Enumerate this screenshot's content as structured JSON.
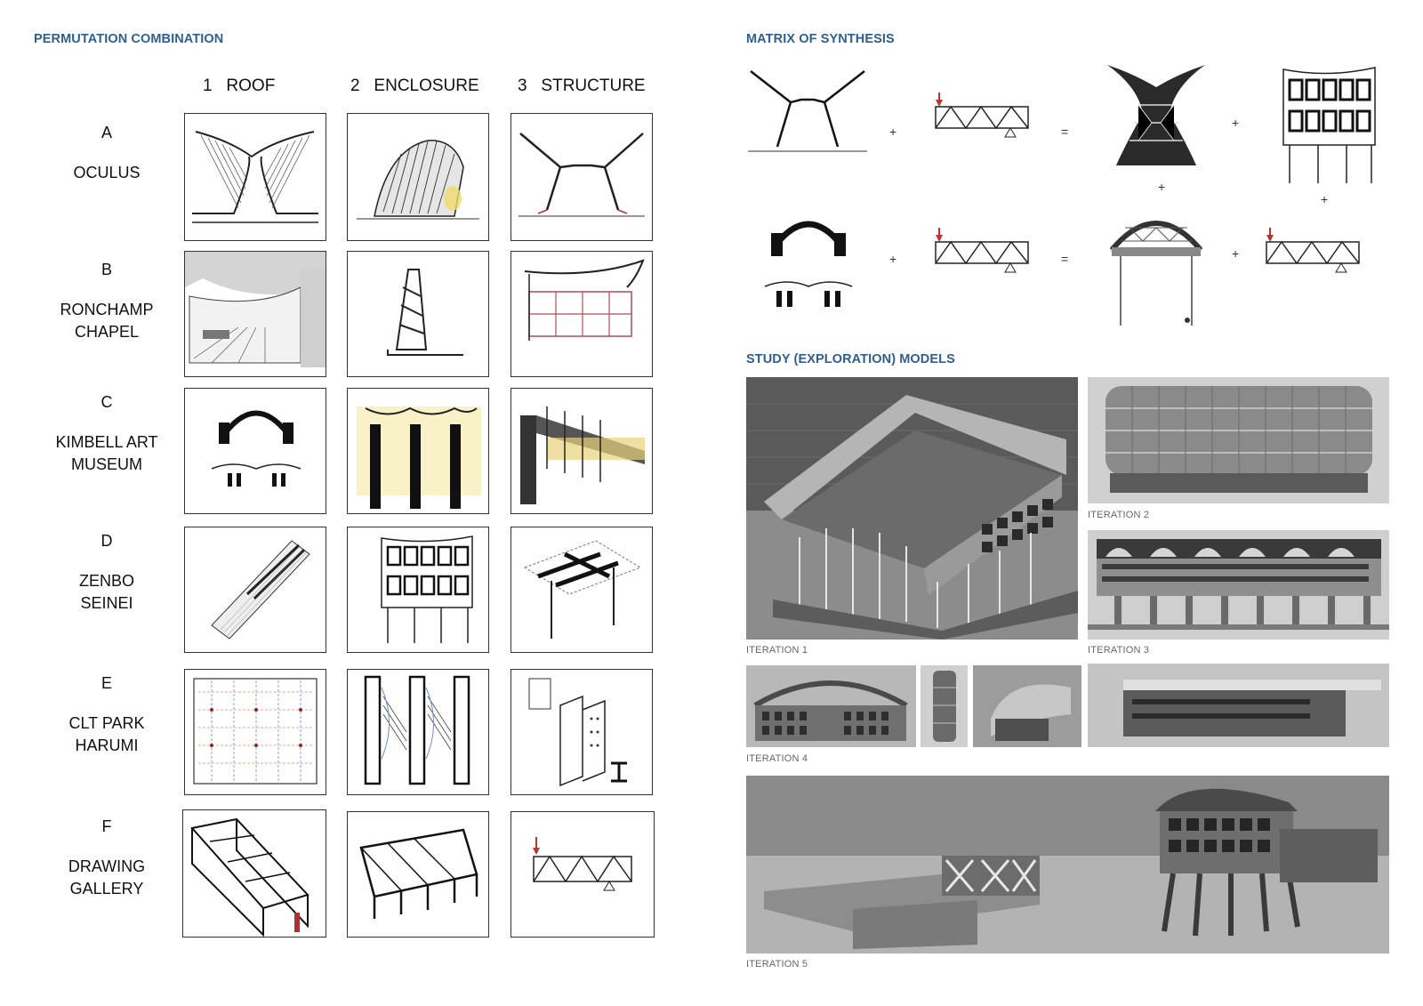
{
  "left": {
    "heading": "PERMUTATION COMBINATION",
    "columns": [
      {
        "number": "1",
        "label": "ROOF"
      },
      {
        "number": "2",
        "label": "ENCLOSURE"
      },
      {
        "number": "3",
        "label": "STRUCTURE"
      }
    ],
    "rows": [
      {
        "letter": "A",
        "name": "OCULUS"
      },
      {
        "letter": "B",
        "name": "RONCHAMP\nCHAPEL"
      },
      {
        "letter": "C",
        "name": "KIMBELL ART\nMUSEUM"
      },
      {
        "letter": "D",
        "name": "ZENBO\nSEINEI"
      },
      {
        "letter": "E",
        "name": "CLT PARK\nHARUMI"
      },
      {
        "letter": "F",
        "name": "DRAWING\nGALLERY"
      }
    ]
  },
  "right": {
    "matrix_heading": "MATRIX OF SYNTHESIS",
    "operators": {
      "plus": "+",
      "equals": "="
    },
    "models_heading": "STUDY (EXPLORATION) MODELS",
    "captions": {
      "iteration1": "ITERATION 1",
      "iteration2": "ITERATION 2",
      "iteration3": "ITERATION 3",
      "iteration4": "ITERATION 4",
      "iteration5": "ITERATION 5"
    }
  }
}
